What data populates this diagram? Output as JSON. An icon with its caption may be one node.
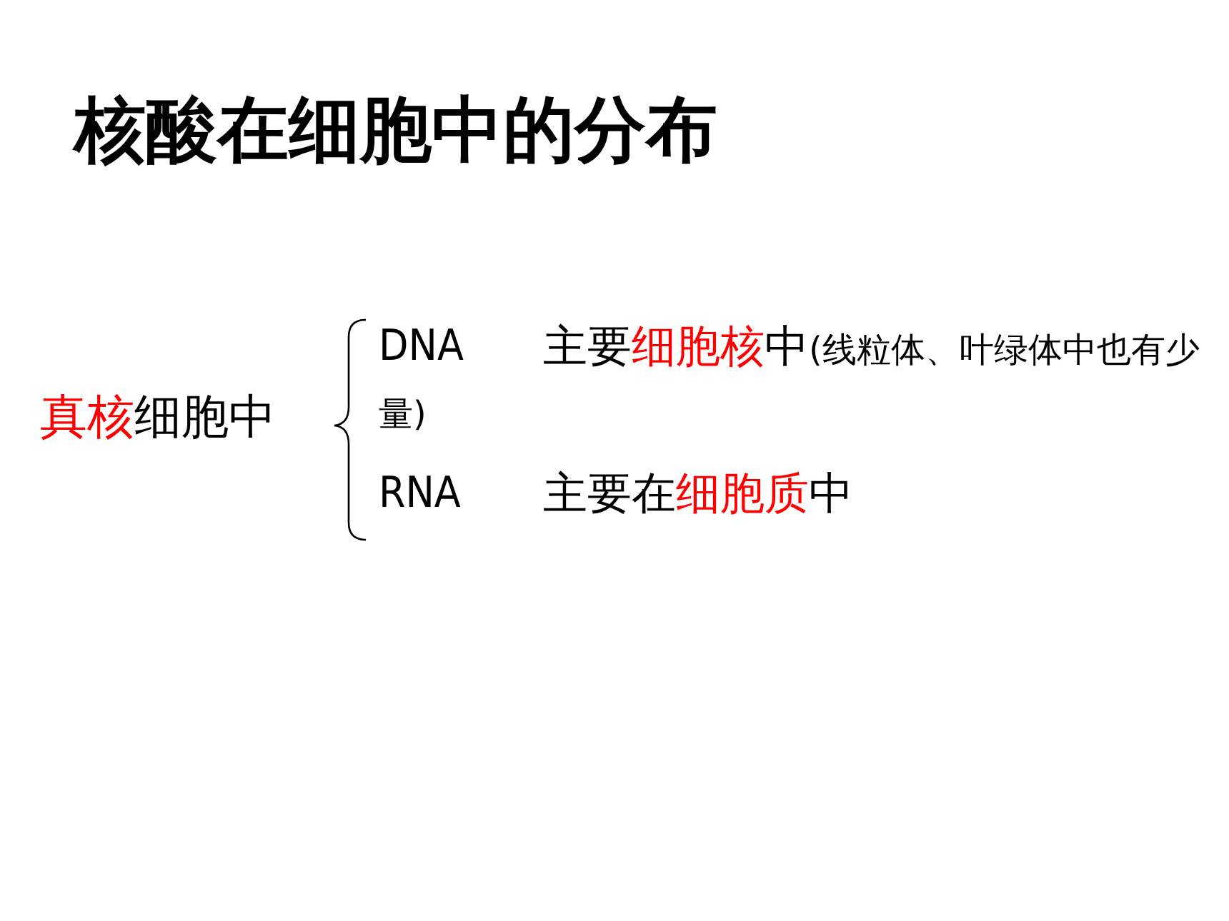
{
  "diagram": {
    "title": "核酸在细胞中的分布",
    "labels": [
      "真核",
      "细胞中",
      "DNA",
      "主要",
      "细胞核",
      "中",
      "(线粒体、叶绿体中也有少量)",
      "RNA",
      "主要在",
      "细胞质",
      "中"
    ]
  }
}
